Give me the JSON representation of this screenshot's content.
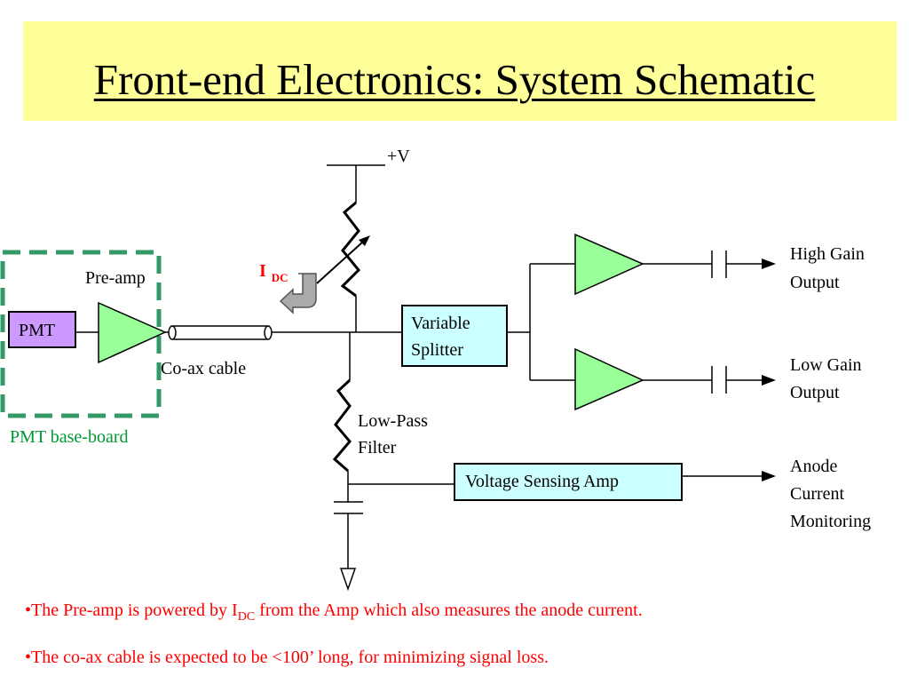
{
  "title": "Front-end Electronics: System Schematic",
  "labels": {
    "supply": "+V",
    "idc_main": "I",
    "idc_sub": "DC",
    "preamp": "Pre-amp",
    "pmt": "PMT",
    "coax": "Co-ax cable",
    "baseboard": "PMT base-board",
    "splitter_line1": "Variable",
    "splitter_line2": "Splitter",
    "lowpass_line1": "Low-Pass",
    "lowpass_line2": "Filter",
    "vsense": "Voltage Sensing Amp",
    "high_gain_line1": "High Gain",
    "high_gain_line2": "Output",
    "low_gain_line1": "Low Gain",
    "low_gain_line2": "Output",
    "anode_line1": "Anode",
    "anode_line2": "Current",
    "anode_line3": "Monitoring"
  },
  "bullets": [
    {
      "pre": "•The Pre-amp is powered by I",
      "sub": "DC",
      "post": " from the Amp which also measures the anode current."
    },
    {
      "text": "•The co-ax cable is expected to be  <100’ long, for minimizing signal loss."
    }
  ],
  "colors": {
    "title_bg": "#ffff99",
    "amp_fill": "#99ff99",
    "pmt_fill": "#cc99ff",
    "box_fill": "#ccffff",
    "dashed_border": "#339966",
    "baseboard_text": "#009933",
    "idc_text": "#ff0000",
    "bullet_text": "#ff0000",
    "arrow_fill": "#aaaaaa"
  }
}
